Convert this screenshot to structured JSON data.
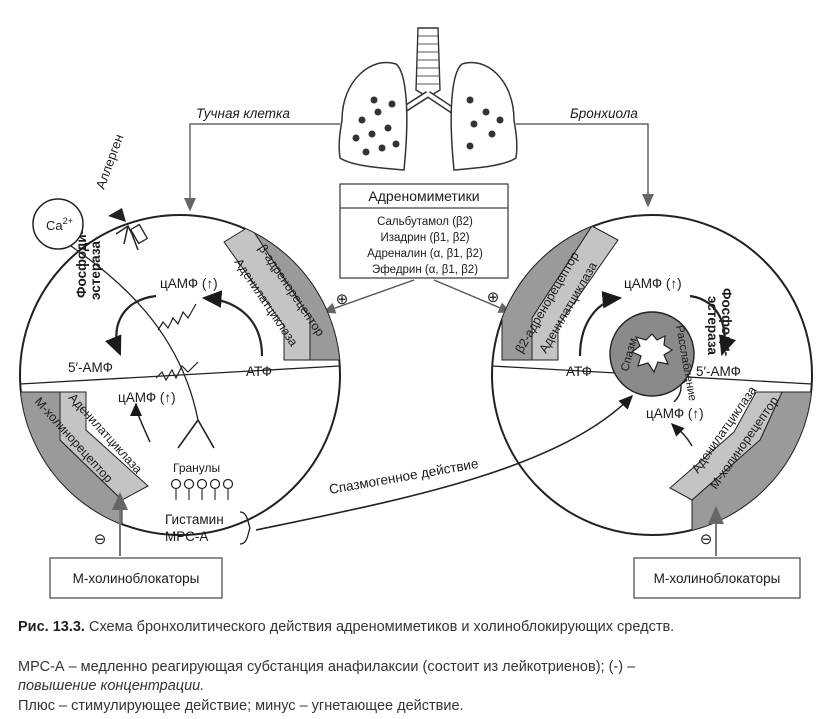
{
  "labels": {
    "mast_cell": "Тучная клетка",
    "bronchiole": "Бронхиола",
    "allergen": "Аллерген",
    "ca": "Ca",
    "ca_sup": "2+",
    "adrenomimetics_title": "Адреномиметики",
    "drugs": [
      {
        "name": "Сальбутамол",
        "receptors": "(β2)"
      },
      {
        "name": "Изадрин",
        "receptors": "(β1, β2)"
      },
      {
        "name": "Адреналин",
        "receptors": "(α, β1, β2)"
      },
      {
        "name": "Эфедрин",
        "receptors": "(α, β1, β2)"
      }
    ],
    "plus": "⊕",
    "minus": "⊖",
    "camp_up": "цАМФ (↑)",
    "phosphodiesterase_1": "Фосфоди-",
    "phosphodiesterase_2": "эстераза",
    "amp5": "5′-АМФ",
    "atf": "АТФ",
    "beta_receptor_left": "β-адренорецептор",
    "beta_receptor_right": "β2-адренорецептор",
    "adenylate_cyclase": "Аденилатциклаза",
    "m_receptor": "М-холинорецептор",
    "granules": "Гранулы",
    "histamine": "Гистамин",
    "mrs_a": "МРС-А",
    "spasmogenic": "Спазмогенное действие",
    "spasm": "Спазм",
    "relaxation": "Расслабление",
    "m_blockers": "М-холиноблокаторы"
  },
  "caption": {
    "fig_label": "Рис. 13.3.",
    "title": "Схема бронхолитического действия адреномиметиков и холиноблокирующих средств.",
    "line2_a": "МРС-А – медленно реагирующая субстанция анафилаксии (состоит из лейкотриенов); (-) –",
    "line2_b": "повышение концентрации.",
    "line3": "Плюс – стимулирующее действие; минус – угнетающее действие."
  },
  "colors": {
    "ink": "#1a1a1a",
    "receptor_fill": "#9a9a9a",
    "cyclase_fill": "#c4c4c4",
    "arrow_gray": "#777777",
    "box_stroke": "#444444"
  }
}
